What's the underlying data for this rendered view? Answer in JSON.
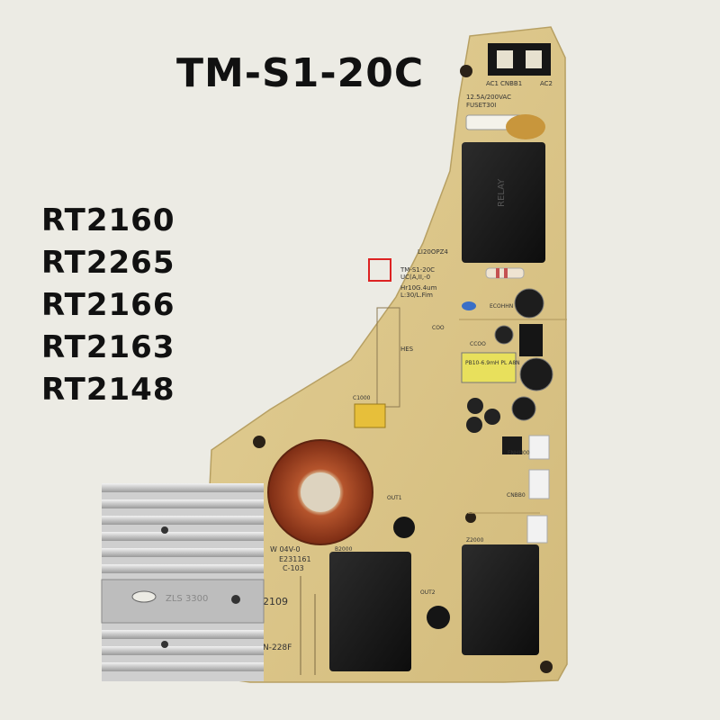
{
  "title": "TM-S1-20C",
  "models": [
    "RT2160",
    "RT2265",
    "RT2166",
    "RT2163",
    "RT2148"
  ],
  "silkscreen": {
    "ac1": "AC1",
    "cnbb1": "CNBB1",
    "ac2": "AC2",
    "fuse_rating": "12.5A/200VAC",
    "fuse_ref": "FUSET30I",
    "board_id": "LI20OPZ4",
    "model_code": "TM-S1-20C",
    "version": "UC(A,II,-0",
    "coil_spec": "Hr10G.4um",
    "coil_spec2": "L:30/L.Fim",
    "ec_label": "ECOHHN",
    "hes": "HES",
    "ccoo": "CCOO",
    "coo": "COO",
    "inductor_mark": "PB10-6.9mH PL A8N",
    "c1000": "C1000",
    "w04": "W 04V-0",
    "e23": "E231161",
    "c103": "C-103",
    "out1": "OUT1",
    "out2": "OUT2",
    "n228": "N-228F",
    "l3300": "ZLS 3300",
    "n2109": "2109",
    "b2000": "B2000",
    "z2000": "Z2000",
    "cnbb0": "CNBB0",
    "fnhh": "FNHH00"
  }
}
